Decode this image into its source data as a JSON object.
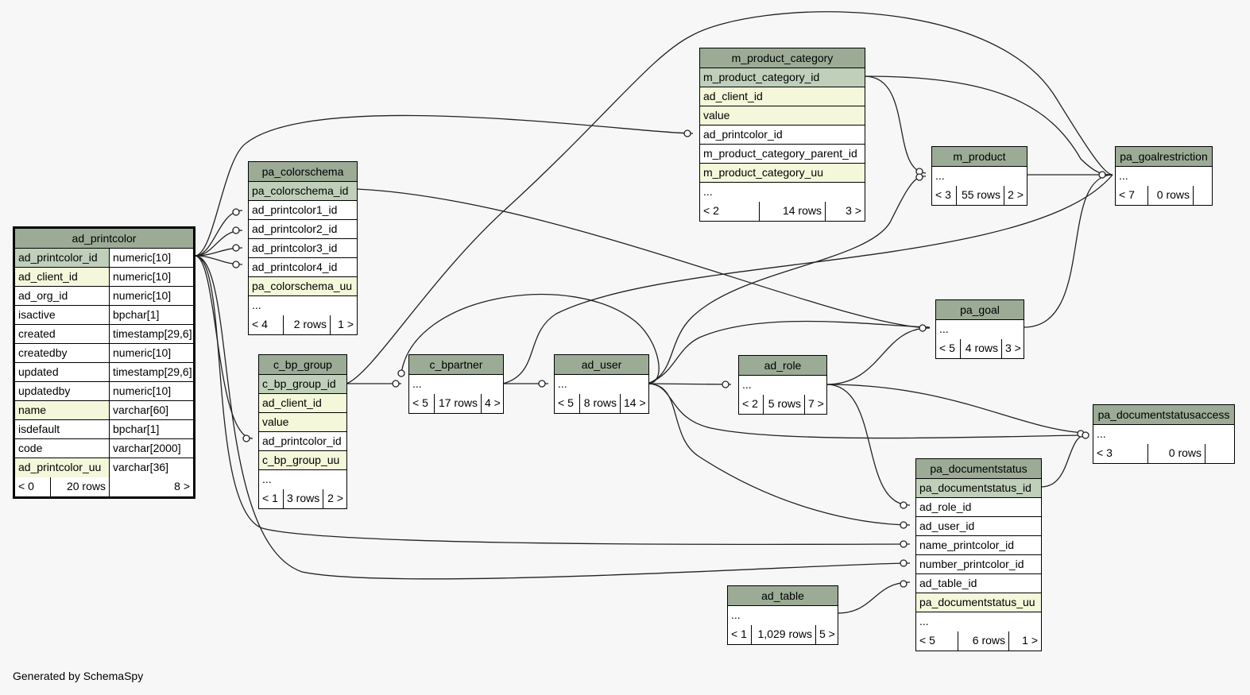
{
  "footer": "Generated by SchemaSpy",
  "colors": {
    "header": "#9bab96",
    "primary_key": "#bfcfba",
    "indexed": "#f4f7da",
    "background": "#f7f7f7"
  },
  "tables": {
    "ad_printcolor": {
      "title": "ad_printcolor",
      "rows": [
        {
          "name": "ad_printcolor_id",
          "type": "numeric[10]",
          "kind": "pk"
        },
        {
          "name": "ad_client_id",
          "type": "numeric[10]",
          "kind": "idx"
        },
        {
          "name": "ad_org_id",
          "type": "numeric[10]",
          "kind": ""
        },
        {
          "name": "isactive",
          "type": "bpchar[1]",
          "kind": ""
        },
        {
          "name": "created",
          "type": "timestamp[29,6]",
          "kind": ""
        },
        {
          "name": "createdby",
          "type": "numeric[10]",
          "kind": ""
        },
        {
          "name": "updated",
          "type": "timestamp[29,6]",
          "kind": ""
        },
        {
          "name": "updatedby",
          "type": "numeric[10]",
          "kind": ""
        },
        {
          "name": "name",
          "type": "varchar[60]",
          "kind": "idx"
        },
        {
          "name": "isdefault",
          "type": "bpchar[1]",
          "kind": ""
        },
        {
          "name": "code",
          "type": "varchar[2000]",
          "kind": ""
        },
        {
          "name": "ad_printcolor_uu",
          "type": "varchar[36]",
          "kind": "idx"
        }
      ],
      "footer": {
        "parents": "< 0",
        "rows": "20 rows",
        "children": "8 >"
      }
    },
    "pa_colorschema": {
      "title": "pa_colorschema",
      "rows": [
        {
          "name": "pa_colorschema_id",
          "kind": "pk"
        },
        {
          "name": "ad_printcolor1_id",
          "kind": ""
        },
        {
          "name": "ad_printcolor2_id",
          "kind": ""
        },
        {
          "name": "ad_printcolor3_id",
          "kind": ""
        },
        {
          "name": "ad_printcolor4_id",
          "kind": ""
        },
        {
          "name": "pa_colorschema_uu",
          "kind": "idx"
        },
        {
          "name": "...",
          "kind": ""
        }
      ],
      "footer": {
        "parents": "< 4",
        "rows": "2 rows",
        "children": "1 >"
      }
    },
    "c_bp_group": {
      "title": "c_bp_group",
      "rows": [
        {
          "name": "c_bp_group_id",
          "kind": "pk"
        },
        {
          "name": "ad_client_id",
          "kind": "idx"
        },
        {
          "name": "value",
          "kind": "idx"
        },
        {
          "name": "ad_printcolor_id",
          "kind": ""
        },
        {
          "name": "c_bp_group_uu",
          "kind": "idx"
        },
        {
          "name": "...",
          "kind": ""
        }
      ],
      "footer": {
        "parents": "< 1",
        "rows": "3 rows",
        "children": "2 >"
      }
    },
    "c_bpartner": {
      "title": "c_bpartner",
      "rows": [
        {
          "name": "...",
          "kind": ""
        }
      ],
      "footer": {
        "parents": "< 5",
        "rows": "17 rows",
        "children": "4 >"
      }
    },
    "ad_user": {
      "title": "ad_user",
      "rows": [
        {
          "name": "...",
          "kind": ""
        }
      ],
      "footer": {
        "parents": "< 5",
        "rows": "8 rows",
        "children": "14 >"
      }
    },
    "ad_role": {
      "title": "ad_role",
      "rows": [
        {
          "name": "...",
          "kind": ""
        }
      ],
      "footer": {
        "parents": "< 2",
        "rows": "5 rows",
        "children": "7 >"
      }
    },
    "m_product_category": {
      "title": "m_product_category",
      "rows": [
        {
          "name": "m_product_category_id",
          "kind": "pk"
        },
        {
          "name": "ad_client_id",
          "kind": "idx"
        },
        {
          "name": "value",
          "kind": "idx"
        },
        {
          "name": "ad_printcolor_id",
          "kind": ""
        },
        {
          "name": "m_product_category_parent_id",
          "kind": ""
        },
        {
          "name": "m_product_category_uu",
          "kind": "idx"
        },
        {
          "name": "...",
          "kind": ""
        }
      ],
      "footer": {
        "parents": "< 2",
        "rows": "14 rows",
        "children": "3 >"
      }
    },
    "m_product": {
      "title": "m_product",
      "rows": [
        {
          "name": "...",
          "kind": ""
        }
      ],
      "footer": {
        "parents": "< 3",
        "rows": "55 rows",
        "children": "2 >"
      }
    },
    "pa_goalrestriction": {
      "title": "pa_goalrestriction",
      "rows": [
        {
          "name": "...",
          "kind": ""
        }
      ],
      "footer": {
        "parents": "< 7",
        "rows": "0 rows",
        "children": ""
      }
    },
    "pa_goal": {
      "title": "pa_goal",
      "rows": [
        {
          "name": "...",
          "kind": ""
        }
      ],
      "footer": {
        "parents": "< 5",
        "rows": "4 rows",
        "children": "3 >"
      }
    },
    "pa_documentstatusaccess": {
      "title": "pa_documentstatusaccess",
      "rows": [
        {
          "name": "...",
          "kind": ""
        }
      ],
      "footer": {
        "parents": "< 3",
        "rows": "0 rows",
        "children": ""
      }
    },
    "pa_documentstatus": {
      "title": "pa_documentstatus",
      "rows": [
        {
          "name": "pa_documentstatus_id",
          "kind": "pk"
        },
        {
          "name": "ad_role_id",
          "kind": ""
        },
        {
          "name": "ad_user_id",
          "kind": ""
        },
        {
          "name": "name_printcolor_id",
          "kind": ""
        },
        {
          "name": "number_printcolor_id",
          "kind": ""
        },
        {
          "name": "ad_table_id",
          "kind": ""
        },
        {
          "name": "pa_documentstatus_uu",
          "kind": "idx"
        },
        {
          "name": "...",
          "kind": ""
        }
      ],
      "footer": {
        "parents": "< 5",
        "rows": "6 rows",
        "children": "1 >"
      }
    },
    "ad_table": {
      "title": "ad_table",
      "rows": [
        {
          "name": "...",
          "kind": ""
        }
      ],
      "footer": {
        "parents": "< 1",
        "rows": "1,029 rows",
        "children": "5 >"
      }
    }
  }
}
